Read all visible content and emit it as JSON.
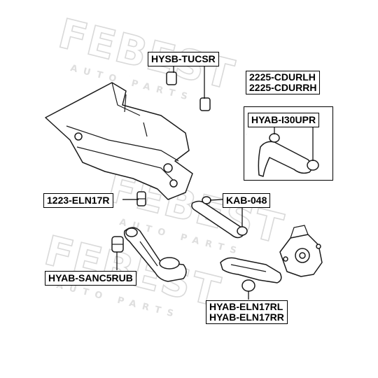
{
  "watermark": {
    "brand": "FEBEST",
    "subtitle": "AUTO PARTS"
  },
  "labels": {
    "hysb": "HYSB-TUCSR",
    "cdurlh": "2225-CDURLH",
    "cdurrh": "2225-CDURRH",
    "hyab_i30": "HYAB-I30UPR",
    "eln17r": "1223-ELN17R",
    "kab": "KAB-048",
    "sanc": "HYAB-SANC5RUB",
    "eln17rl": "HYAB-ELN17RL",
    "eln17rr": "HYAB-ELN17RR"
  },
  "colors": {
    "ink": "#1a1a1a",
    "watermark": "#d9d9d9"
  }
}
